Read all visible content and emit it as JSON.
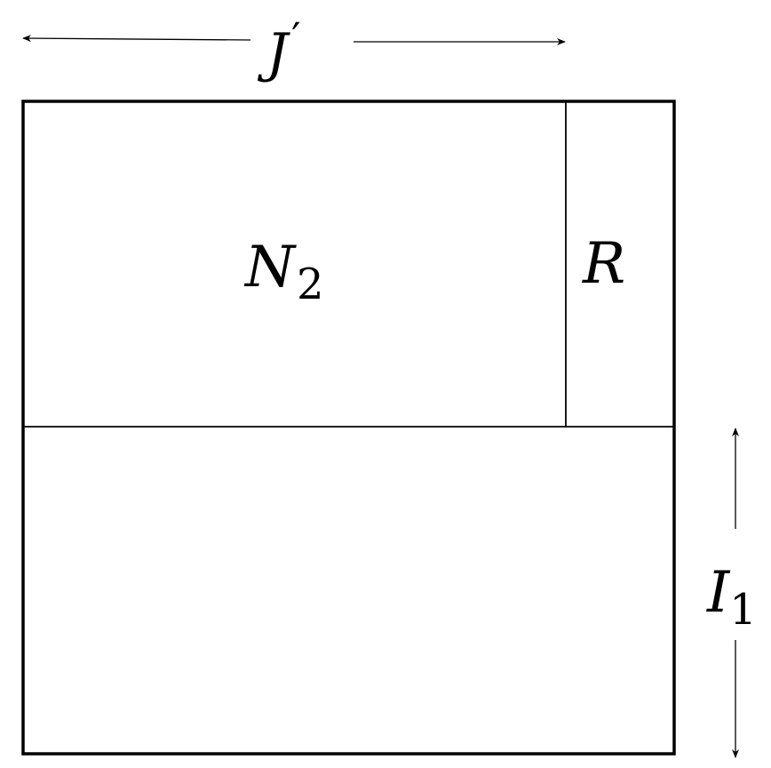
{
  "labels": {
    "top_arrow": {
      "main": "J",
      "prime": "′"
    },
    "region_n": {
      "main": "N",
      "sub": "2"
    },
    "region_r": {
      "main": "R"
    },
    "side_arrow": {
      "main": "I",
      "sub": "1"
    }
  }
}
